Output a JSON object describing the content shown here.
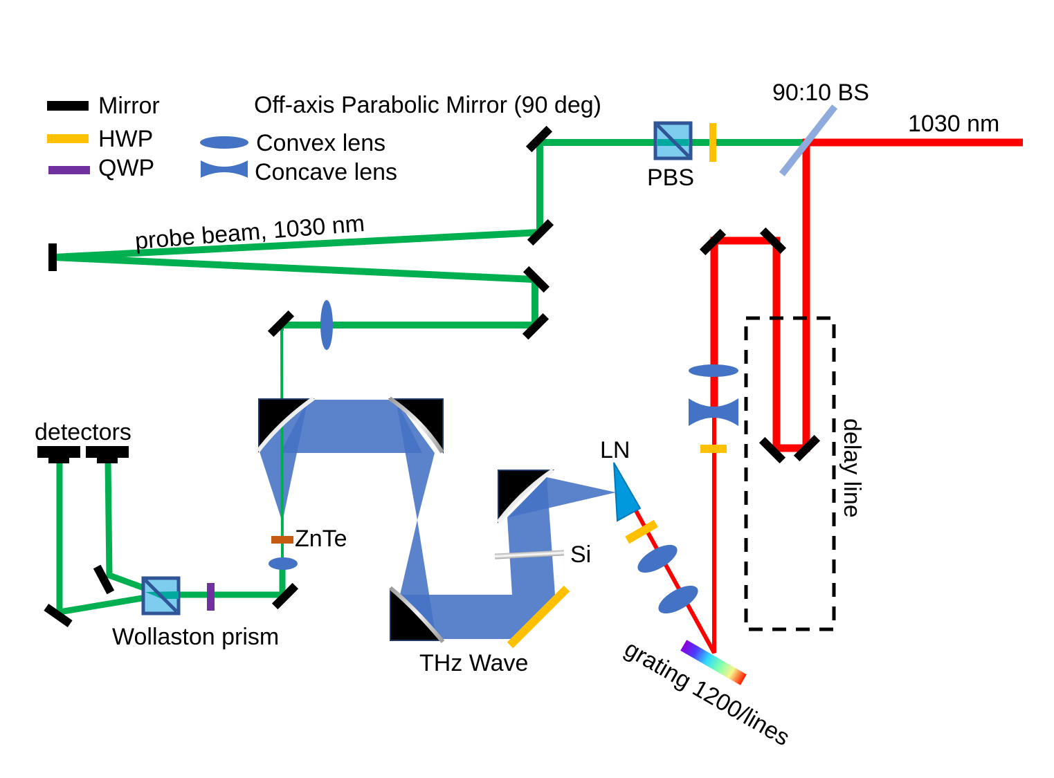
{
  "title": "THz time-domain spectroscopy optical setup",
  "colors": {
    "probe_beam": "#00b050",
    "pump_beam": "#ff0000",
    "thz_beam": "#4472c4",
    "mirror": "#000000",
    "hwp": "#ffc000",
    "qwp": "#7030a0",
    "lens": "#4472c4",
    "beam_splitter": "#8faadc",
    "cube_fill": "#7fcdee",
    "cube_border": "#2f5597",
    "znte": "#c55a11",
    "ln_crystal": "#0099dd",
    "delay_box": "#000000"
  },
  "legend": {
    "items": [
      {
        "icon": "mirror-icon",
        "label": "Mirror"
      },
      {
        "icon": "hwp-icon",
        "label": "HWP"
      },
      {
        "icon": "qwp-icon",
        "label": "QWP"
      },
      {
        "icon": "convex-lens-icon",
        "label": "Convex lens"
      },
      {
        "icon": "concave-lens-icon",
        "label": "Concave lens"
      }
    ],
    "oap_label": "Off-axis Parabolic Mirror (90 deg)"
  },
  "labels": {
    "pbs": "PBS",
    "bs": "90:10 BS",
    "source": "1030 nm",
    "probe": "probe beam, 1030 nm",
    "detectors": "detectors",
    "wollaston": "Wollaston prism",
    "znte": "ZnTe",
    "thz": "THz Wave",
    "si": "Si",
    "ln": "LN",
    "grating": "grating 1200/lines",
    "delay": "delay line"
  }
}
